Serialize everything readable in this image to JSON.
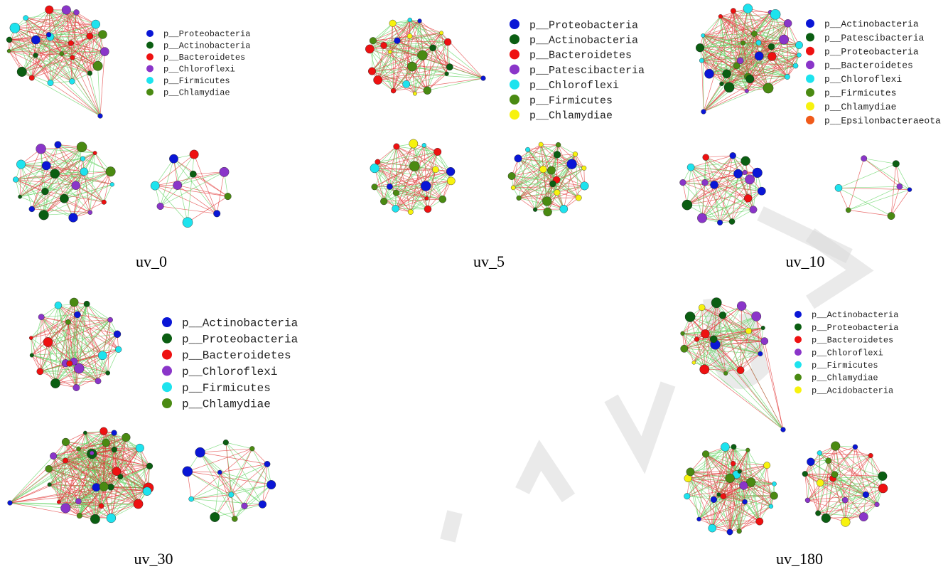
{
  "colors": {
    "blue": "#0a16d6",
    "darkgreen": "#0b5e12",
    "red": "#ee1111",
    "purple": "#8a35c9",
    "cyan": "#1de3ee",
    "olive": "#4a8a12",
    "yellow": "#f7f20e",
    "orange": "#f05a1a",
    "edge_positive": "#e23a3a",
    "edge_negative": "#5fd35f"
  },
  "panels": [
    {
      "id": "uv_0",
      "label": "uv_0",
      "legend": [
        {
          "name": "p__Proteobacteria",
          "color": "blue"
        },
        {
          "name": "p__Actinobacteria",
          "color": "darkgreen"
        },
        {
          "name": "p__Bacteroidetes",
          "color": "red"
        },
        {
          "name": "p__Chloroflexi",
          "color": "purple"
        },
        {
          "name": "p__Firmicutes",
          "color": "cyan"
        },
        {
          "name": "p__Chlamydiae",
          "color": "olive"
        }
      ]
    },
    {
      "id": "uv_5",
      "label": "uv_5",
      "legend": [
        {
          "name": "p__Proteobacteria",
          "color": "blue"
        },
        {
          "name": "p__Actinobacteria",
          "color": "darkgreen"
        },
        {
          "name": "p__Bacteroidetes",
          "color": "red"
        },
        {
          "name": "p__Patescibacteria",
          "color": "purple"
        },
        {
          "name": "p__Chloroflexi",
          "color": "cyan"
        },
        {
          "name": "p__Firmicutes",
          "color": "olive"
        },
        {
          "name": "p__Chlamydiae",
          "color": "yellow"
        }
      ]
    },
    {
      "id": "uv_10",
      "label": "uv_10",
      "legend": [
        {
          "name": "p__Actinobacteria",
          "color": "blue"
        },
        {
          "name": "p__Patescibacteria",
          "color": "darkgreen"
        },
        {
          "name": "p__Proteobacteria",
          "color": "red"
        },
        {
          "name": "p__Bacteroidetes",
          "color": "purple"
        },
        {
          "name": "p__Chloroflexi",
          "color": "cyan"
        },
        {
          "name": "p__Firmicutes",
          "color": "olive"
        },
        {
          "name": "p__Chlamydiae",
          "color": "yellow"
        },
        {
          "name": "p__Epsilonbacteraeota",
          "color": "orange"
        }
      ]
    },
    {
      "id": "uv_30",
      "label": "uv_30",
      "legend": [
        {
          "name": "p__Actinobacteria",
          "color": "blue"
        },
        {
          "name": "p__Proteobacteria",
          "color": "darkgreen"
        },
        {
          "name": "p__Bacteroidetes",
          "color": "red"
        },
        {
          "name": "p__Chloroflexi",
          "color": "purple"
        },
        {
          "name": "p__Firmicutes",
          "color": "cyan"
        },
        {
          "name": "p__Chlamydiae",
          "color": "olive"
        }
      ]
    },
    {
      "id": "uv_180",
      "label": "uv_180",
      "legend": [
        {
          "name": "p__Actinobacteria",
          "color": "blue"
        },
        {
          "name": "p__Proteobacteria",
          "color": "darkgreen"
        },
        {
          "name": "p__Bacteroidetes",
          "color": "red"
        },
        {
          "name": "p__Chloroflexi",
          "color": "purple"
        },
        {
          "name": "p__Firmicutes",
          "color": "cyan"
        },
        {
          "name": "p__Chlamydiae",
          "color": "olive"
        },
        {
          "name": "p__Acidobacteria",
          "color": "yellow"
        }
      ]
    }
  ]
}
